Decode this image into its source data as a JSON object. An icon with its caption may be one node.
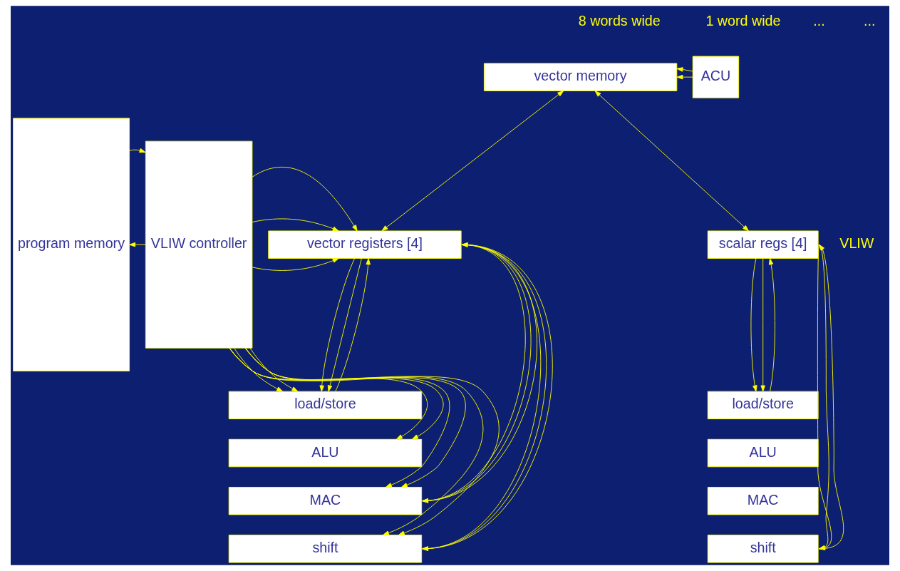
{
  "diagram": {
    "nodes": [
      {
        "text": [
          "program memory"
        ]
      },
      {
        "text": [
          "ACU"
        ]
      },
      {
        "text": [
          "VLIW controller"
        ]
      },
      {
        "text": [
          "vector memory"
        ]
      },
      {
        "text": [
          "vector registers [4]"
        ]
      },
      {
        "text": [
          "scalar regs [4]"
        ]
      },
      {
        "text": [
          "load/store"
        ]
      },
      {
        "text": [
          "ALU"
        ]
      },
      {
        "text": [
          "MAC"
        ]
      },
      {
        "text": [
          "shift"
        ]
      },
      {
        "text": [
          "load/store"
        ]
      },
      {
        "text": [
          "ALU"
        ]
      },
      {
        "text": [
          "MAC"
        ]
      },
      {
        "text": [
          "shift"
        ]
      }
    ],
    "edges": [
      {
        "from": 2,
        "to": 0,
        "arrow": "to"
      },
      {
        "from": 0,
        "to": 2,
        "arrow": "to"
      },
      {
        "from": 1,
        "to": 3,
        "arrow": "to"
      },
      {
        "from": 1,
        "to": 3,
        "arrow": "to"
      },
      {
        "from": 2,
        "to": 4,
        "arrow": "to"
      },
      {
        "from": 2,
        "to": 4,
        "arrow": "to"
      },
      {
        "from": 2,
        "to": 4,
        "arrow": "to"
      },
      {
        "from": 2,
        "to": 6,
        "arrow": "to"
      },
      {
        "from": 2,
        "to": 6,
        "arrow": "to"
      },
      {
        "from": 2,
        "to": 7,
        "arrow": "to"
      },
      {
        "from": 2,
        "to": 7,
        "arrow": "to"
      },
      {
        "from": 2,
        "to": 8,
        "arrow": "to"
      },
      {
        "from": 2,
        "to": 8,
        "arrow": "to"
      },
      {
        "from": 2,
        "to": 9,
        "arrow": "to"
      },
      {
        "from": 2,
        "to": 9,
        "arrow": "to"
      },
      {
        "from": 3,
        "to": 4,
        "arrow": "both"
      },
      {
        "from": 3,
        "to": 5,
        "arrow": "both"
      },
      {
        "from": 4,
        "to": 9,
        "arrow": "to"
      },
      {
        "from": 4,
        "to": 9,
        "arrow": "to"
      },
      {
        "from": 9,
        "to": 4,
        "arrow": "to"
      },
      {
        "from": 4,
        "to": 8,
        "arrow": "to"
      },
      {
        "from": 4,
        "to": 8,
        "arrow": "to"
      },
      {
        "from": 8,
        "to": 4,
        "arrow": "to"
      },
      {
        "from": 4,
        "to": 6,
        "arrow": "to"
      },
      {
        "from": 4,
        "to": 6,
        "arrow": "to"
      },
      {
        "from": 6,
        "to": 4,
        "arrow": "to"
      },
      {
        "from": 5,
        "to": 13,
        "arrow": "to"
      },
      {
        "from": 5,
        "to": 13,
        "arrow": "to"
      },
      {
        "from": 13,
        "to": 5,
        "arrow": "to"
      },
      {
        "from": 5,
        "to": 10,
        "arrow": "to"
      },
      {
        "from": 5,
        "to": 10,
        "arrow": "to"
      },
      {
        "from": 10,
        "to": 5,
        "arrow": "to"
      }
    ],
    "labels": [
      "8 words wide",
      "1 word wide",
      "VLIW",
      "...",
      "..."
    ]
  }
}
